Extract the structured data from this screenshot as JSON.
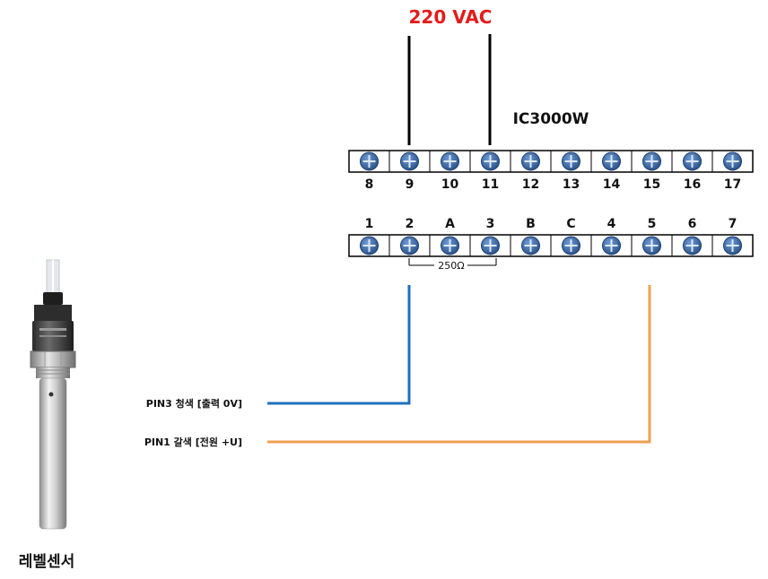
{
  "supply_label": "220 VAC",
  "model_label": "IC3000W",
  "top_terminals": [
    "8",
    "9",
    "10",
    "11",
    "12",
    "13",
    "14",
    "15",
    "16",
    "17"
  ],
  "bottom_terminals": [
    "1",
    "2",
    "A",
    "3",
    "B",
    "C",
    "4",
    "5",
    "6",
    "7"
  ],
  "resistor_label": "250Ω",
  "wires": {
    "blue_label": "PIN3 청색 [출력 0V]",
    "orange_label": "PIN1 갈색 [전원 +U]"
  },
  "sensor_caption": "레벨센서",
  "colors": {
    "supply_label": "#e31b1b",
    "blue_wire": "#1f6fbf",
    "orange_wire": "#f0a050",
    "screw_head": "#2f5f9e"
  }
}
